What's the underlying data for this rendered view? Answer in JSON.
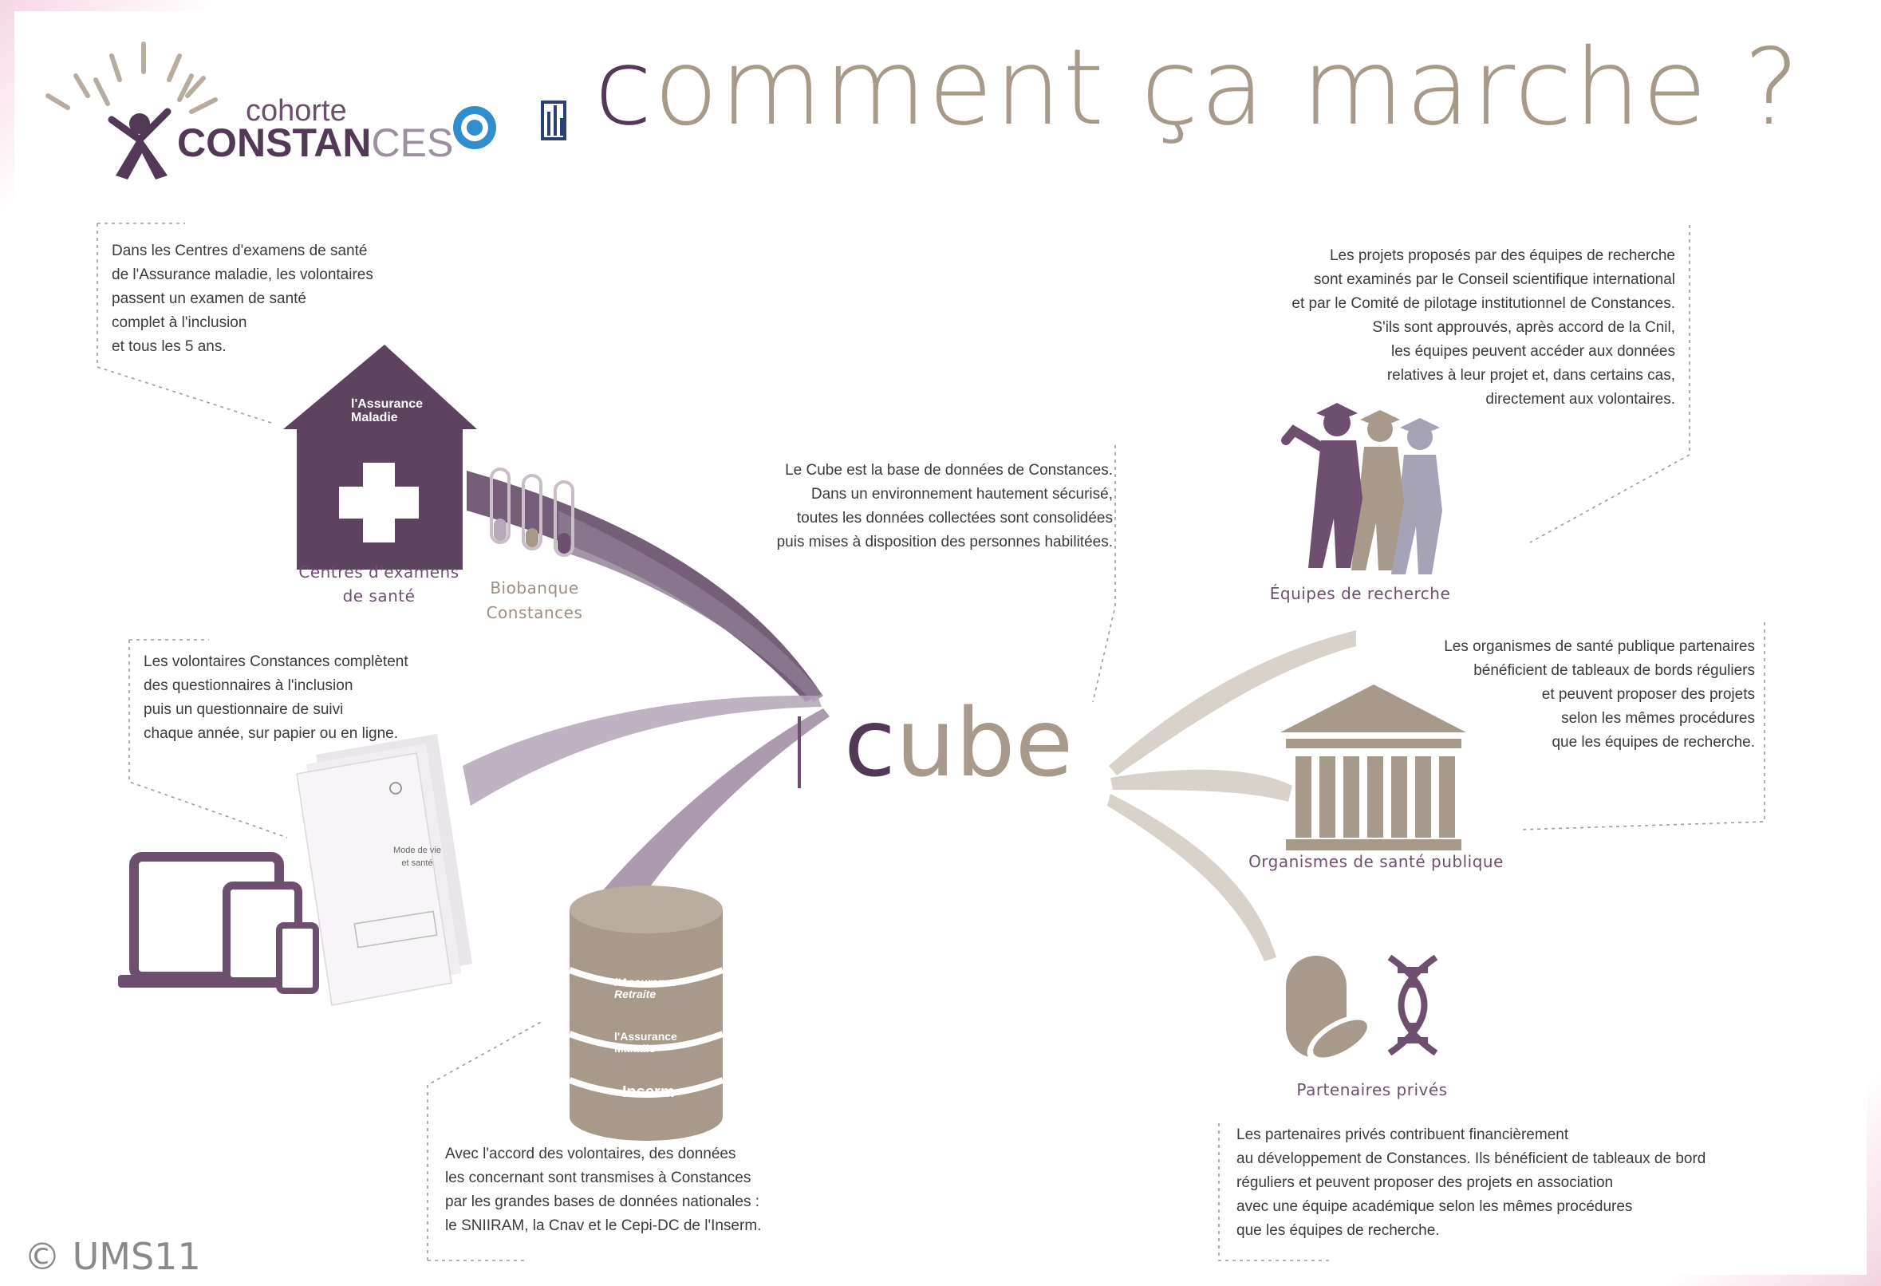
{
  "header": {
    "logo_top": "cohorte",
    "logo_main": "CONSTAN",
    "logo_suffix": "CES",
    "title_first": "c",
    "title_rest": "omment ça marche ?"
  },
  "nodes": {
    "centres": {
      "label": "Centres d'examens\nde santé"
    },
    "biobanque": {
      "label": "Biobanque\nConstances"
    },
    "equipes": {
      "label": "Équipes de recherche"
    },
    "organismes": {
      "label": "Organismes de santé publique"
    },
    "partenaires": {
      "label": "Partenaires privés"
    },
    "cube": {
      "first": "c",
      "rest": "ube"
    }
  },
  "icon_texts": {
    "assurance_maladie": "l'Assurance\nMaladie",
    "assurance_retraite": "l'Assurance\nRetraite",
    "assurance_maladie_db": "l'Assurance\nMaladie",
    "inserm": "Inserm",
    "questionnaire_title": "Mode de vie\net santé"
  },
  "notes": {
    "centres": "Dans les Centres d'examens de santé\nde l'Assurance maladie, les volontaires\npassent un examen de santé\ncomplet à l'inclusion\net tous les 5 ans.",
    "questionnaires": "Les volontaires Constances complètent\ndes questionnaires à l'inclusion\npuis un questionnaire de suivi\nchaque année, sur papier ou en ligne.",
    "cube": "Le Cube est la base de données de Constances.\nDans un environnement hautement sécurisé,\ntoutes les données collectées sont consolidées\npuis mises à disposition des personnes habilitées.",
    "bases": "Avec l'accord des volontaires, des données\nles concernant sont transmises à Constances\npar les grandes bases de données nationales :\nle SNIIRAM, la Cnav et le Cepi-DC de l'Inserm.",
    "equipes": "Les projets proposés par des équipes de recherche\nsont examinés par le Conseil scientifique international\net par le Comité de pilotage institutionnel de Constances.\nS'ils sont approuvés, après accord de la Cnil,\nles équipes peuvent accéder aux données\nrelatives à leur projet et, dans certains cas,\ndirectement aux volontaires.",
    "organismes": "Les organismes de santé publique partenaires\nbénéficient de tableaux de bords réguliers\net peuvent proposer des projets\nselon les mêmes procédures\nque les équipes de recherche.",
    "partenaires": "Les partenaires privés contribuent financièrement\nau développement de Constances. Ils bénéficient de tableaux de bord\nréguliers et peuvent proposer des projets en association\navec une équipe académique selon les mêmes procédures\nque les équipes de recherche."
  },
  "footer": {
    "copyright": "© UMS11"
  },
  "colors": {
    "plum": "#523a56",
    "purple": "#6f4f6f",
    "taupe": "#a79a8b",
    "lilac": "#b8a9bb",
    "grey_beige": "#d9d2ca"
  }
}
